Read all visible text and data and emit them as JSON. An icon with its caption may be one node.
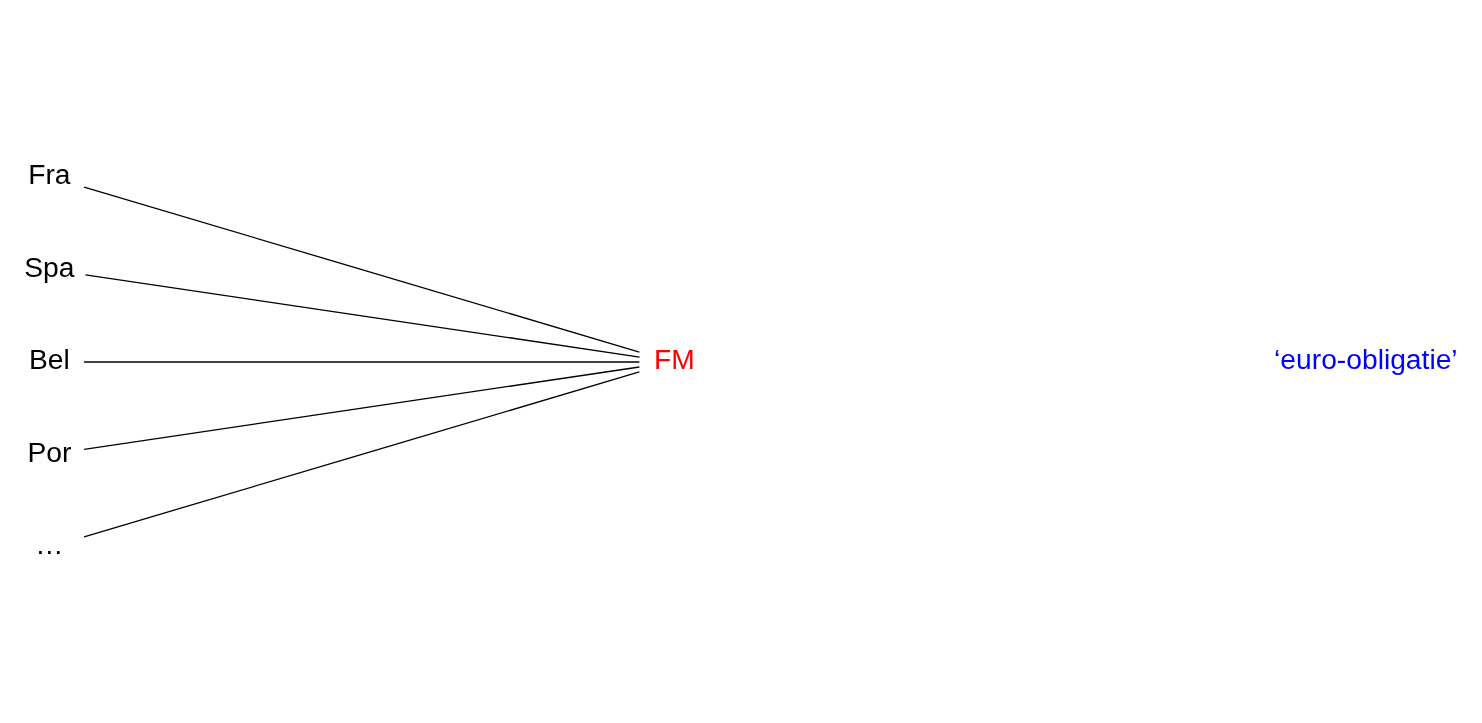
{
  "diagram": {
    "nodes": [
      {
        "text": [
          "Fra"
        ]
      },
      {
        "text": [
          "Spa"
        ]
      },
      {
        "text": [
          "Bel"
        ]
      },
      {
        "text": [
          "Por"
        ]
      },
      {
        "text": [
          "…"
        ]
      },
      {
        "text": [
          "FM"
        ]
      }
    ],
    "edges": [
      {
        "from": 0,
        "to": 5,
        "arrow": "none"
      },
      {
        "from": 1,
        "to": 5,
        "arrow": "none"
      },
      {
        "from": 2,
        "to": 5,
        "arrow": "none"
      },
      {
        "from": 3,
        "to": 5,
        "arrow": "none"
      },
      {
        "from": 4,
        "to": 5,
        "arrow": "none"
      }
    ],
    "labels": [
      "‘euro-obligatie’"
    ]
  }
}
